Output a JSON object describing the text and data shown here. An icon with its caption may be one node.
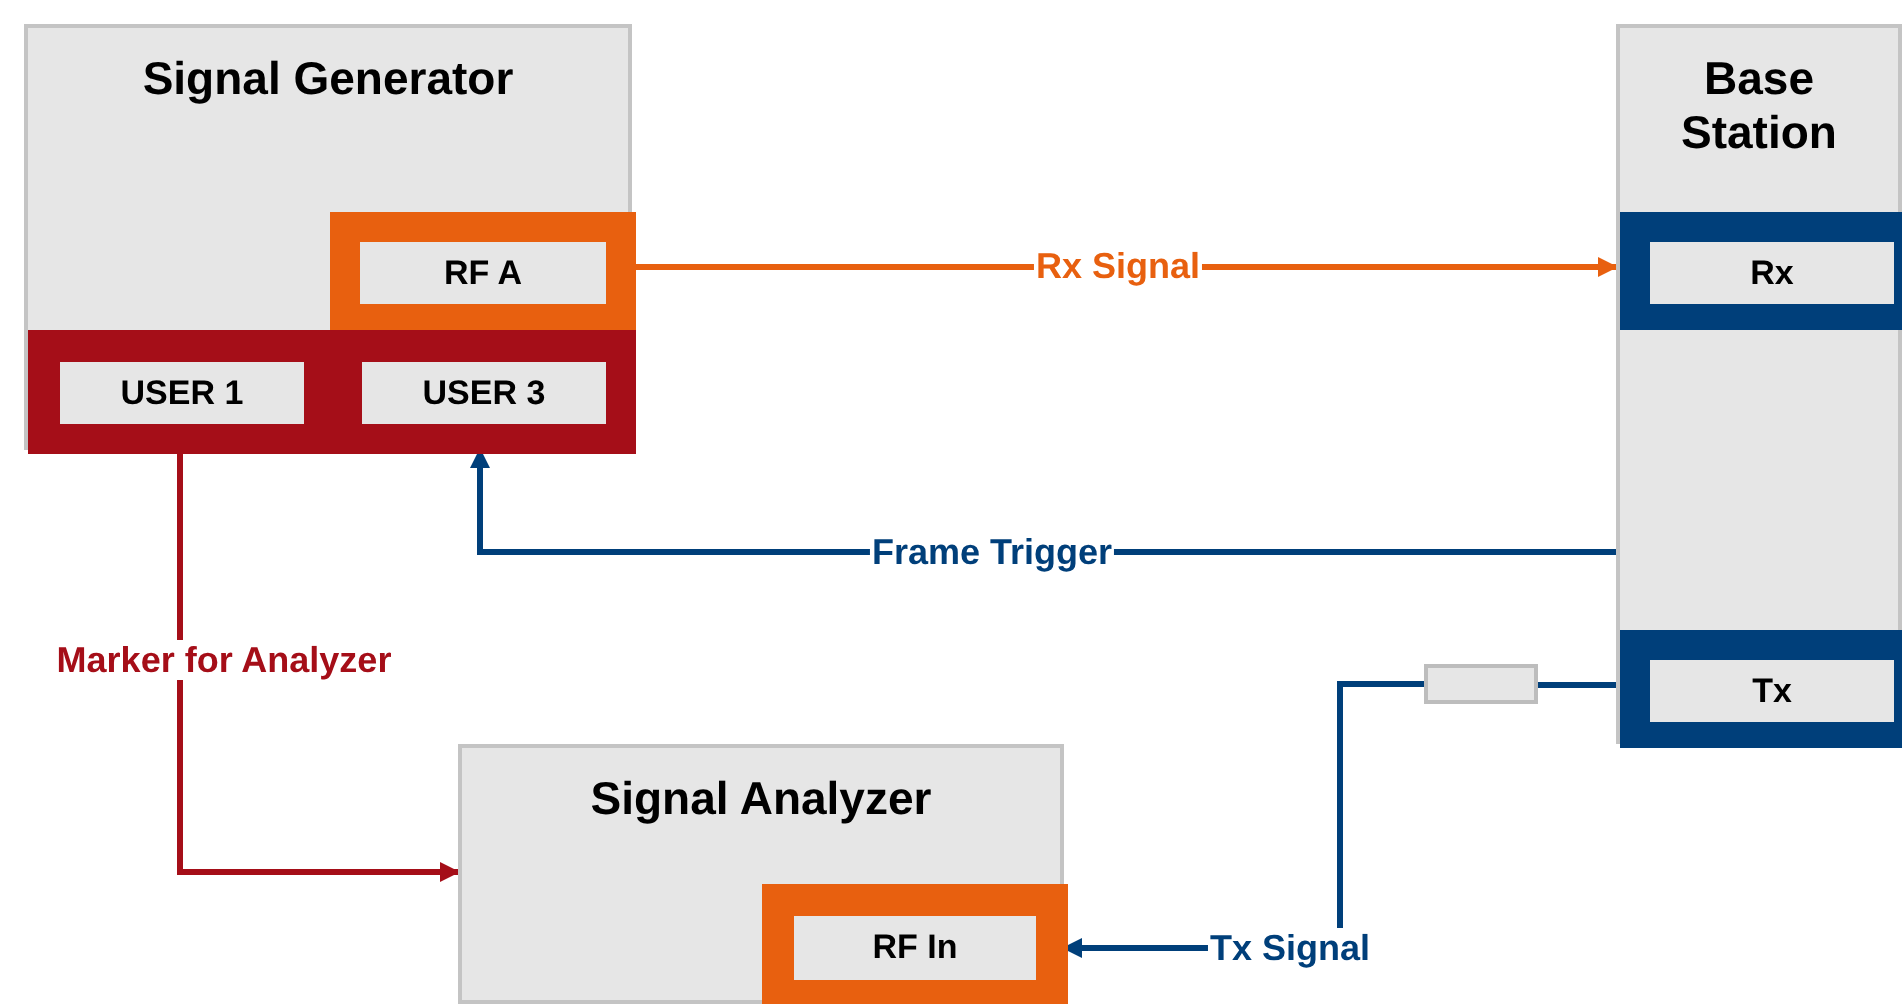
{
  "diagram": {
    "nodes": [
      {
        "text": [
          "Signal Generator"
        ]
      },
      {
        "text": [
          "RF A"
        ],
        "in": 0
      },
      {
        "text": [
          "USER 1"
        ],
        "in": 0
      },
      {
        "text": [
          "USER 3"
        ],
        "in": 0
      },
      {
        "text": [
          "Base Station"
        ]
      },
      {
        "text": [
          "Rx"
        ],
        "in": 4
      },
      {
        "text": [
          "Tx"
        ],
        "in": 4
      },
      {
        "text": [],
        "shape": "box"
      },
      {
        "text": [
          "Signal Analyzer"
        ]
      },
      {
        "text": [
          "RF In"
        ],
        "in": 8
      }
    ],
    "edges": [
      {
        "from": 1,
        "to": 5,
        "arrow": "to",
        "label": "Rx Signal",
        "color": "#e8600f"
      },
      {
        "from": 4,
        "to": 3,
        "arrow": "to",
        "label": "Frame Trigger"
      },
      {
        "from": 2,
        "to": 8,
        "arrow": "to",
        "label": "Marker for Analyzer",
        "color": "#a50e18"
      },
      {
        "from": 6,
        "to": 7,
        "arrow": "none"
      },
      {
        "from": 7,
        "to": 9,
        "arrow": "to",
        "label": "Tx Signal"
      }
    ]
  }
}
